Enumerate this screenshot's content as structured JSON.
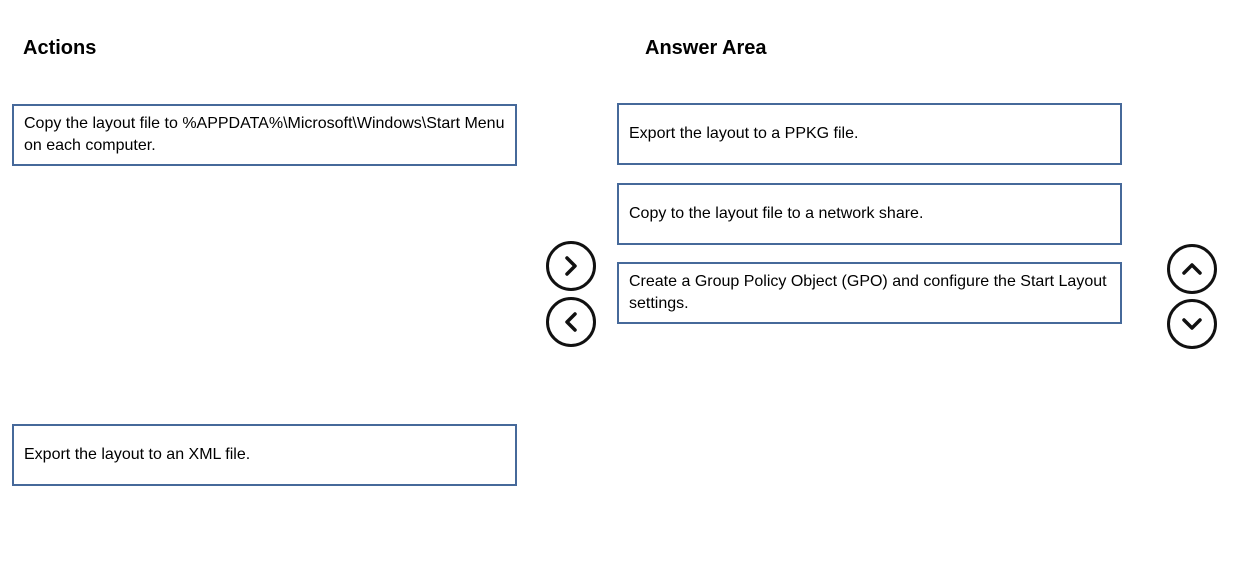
{
  "actions": {
    "heading": "Actions",
    "items": [
      {
        "label": "Copy the layout file to %APPDATA%\\Microsoft\\Windows\\Start Menu on each computer."
      },
      {
        "label": "Export the layout to an XML file."
      }
    ]
  },
  "answer_area": {
    "heading": "Answer Area",
    "items": [
      {
        "label": "Export the layout to a PPKG file."
      },
      {
        "label": "Copy to the layout file to a network share."
      },
      {
        "label": "Create a Group Policy Object (GPO) and configure the Start Layout settings."
      }
    ]
  },
  "controls": {
    "move_right_icon": "chevron-right-icon",
    "move_left_icon": "chevron-left-icon",
    "move_up_icon": "chevron-up-icon",
    "move_down_icon": "chevron-down-icon"
  },
  "colors": {
    "box_border": "#46699a",
    "button_border": "#111111"
  }
}
